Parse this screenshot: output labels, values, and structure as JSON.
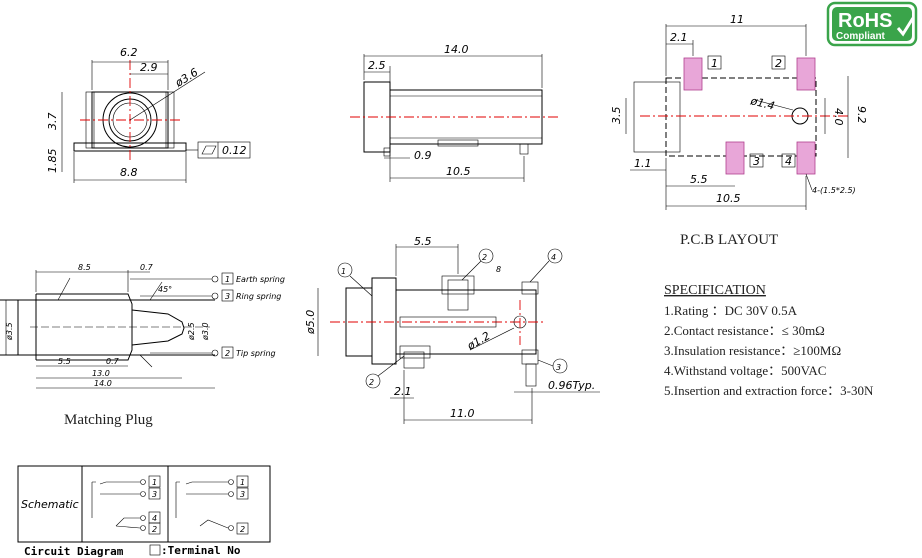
{
  "rohs": {
    "line1": "RoHS",
    "line2": "Compliant"
  },
  "top_view": {
    "d_width": "6.2",
    "d_half": "2.9",
    "d_dia": "ø3.6",
    "d_height": "3.7",
    "d_base": "1.85",
    "d_bottom": "8.8",
    "d_flat": "0.12"
  },
  "side_view": {
    "d_len": "14.0",
    "d_left": "2.5",
    "d_pin": "0.9",
    "d_body": "10.5"
  },
  "pcb": {
    "d_top": "11",
    "d_pad_off": "2.1",
    "d_35": "3.5",
    "d_hole": "ø1.4",
    "d_40": "4.0",
    "d_92": "9.2",
    "d_11": "1.1",
    "d_55": "5.5",
    "d_105": "10.5",
    "d_slot": "4-(1.5*2.5)",
    "pad_labels": [
      "1",
      "2",
      "3",
      "4"
    ],
    "title": "P.C.B LAYOUT"
  },
  "plug": {
    "d_85": "8.5",
    "d_07a": "0.7",
    "d_45": "45°",
    "d_35": "ø3.5",
    "d_25": "ø2.5",
    "d_30": "ø3.0",
    "d_55": "5.5",
    "d_07b": "0.7",
    "d_130": "13.0",
    "d_140": "14.0",
    "earth_no": "1",
    "earth": "Earth spring",
    "ring_no": "3",
    "ring": "Ring spring",
    "tip_no": "2",
    "tip": "Tip spring",
    "caption": "Matching Plug"
  },
  "detail": {
    "d_55": "5.5",
    "d_50": "ø5.0",
    "d_12": "ø1.2",
    "d_8": "8",
    "d_21": "2.1",
    "d_096": "0.96Typ.",
    "d_110": "11.0",
    "callouts": [
      "1",
      "2",
      "4",
      "2",
      "3"
    ]
  },
  "spec": {
    "title": "SPECIFICATION",
    "items": [
      "1.Rating ：DC 30V 0.5A",
      "2.Contact resistance：≤ 30mΩ",
      "3.Insulation resistance：≥100MΩ",
      "4.Withstand voltage：500VAC",
      "5.Insertion and extraction force：3-30N"
    ]
  },
  "schematic": {
    "label": "Schematic",
    "left_terms": [
      "1",
      "3",
      "4",
      "2"
    ],
    "right_terms": [
      "1",
      "3",
      "2"
    ],
    "caption": "Circuit Diagram",
    "legend": ":Terminal No"
  }
}
